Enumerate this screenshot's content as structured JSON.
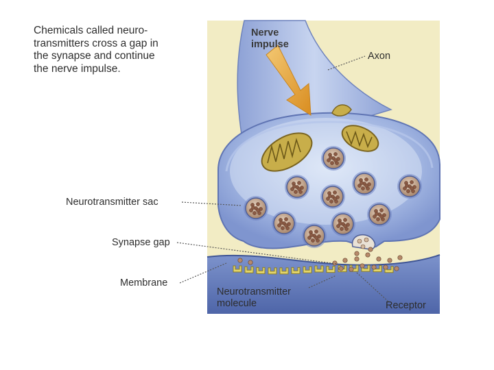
{
  "caption": "Chemicals called neuro-\ntransmitters cross a gap in\nthe synapse and continue\nthe nerve impulse.",
  "labels": {
    "nerve_impulse": "Nerve\nimpulse",
    "axon": "Axon",
    "neurotransmitter_sac": "Neurotransmitter sac",
    "synapse_gap": "Synapse gap",
    "membrane": "Membrane",
    "neurotransmitter_molecule": "Neurotransmitter\nmolecule",
    "receptor": "Receptor"
  },
  "colors": {
    "panel_background": "#f6f0c8",
    "axon_fill": "#8fa4d8",
    "axon_light": "#c9d6f0",
    "membrane_fill": "#6f86c4",
    "arrow": "#e0a033",
    "sac_fill": "#c9a88c",
    "receptor": "#e2d46a",
    "mitochondrion": "#b49a3a"
  }
}
